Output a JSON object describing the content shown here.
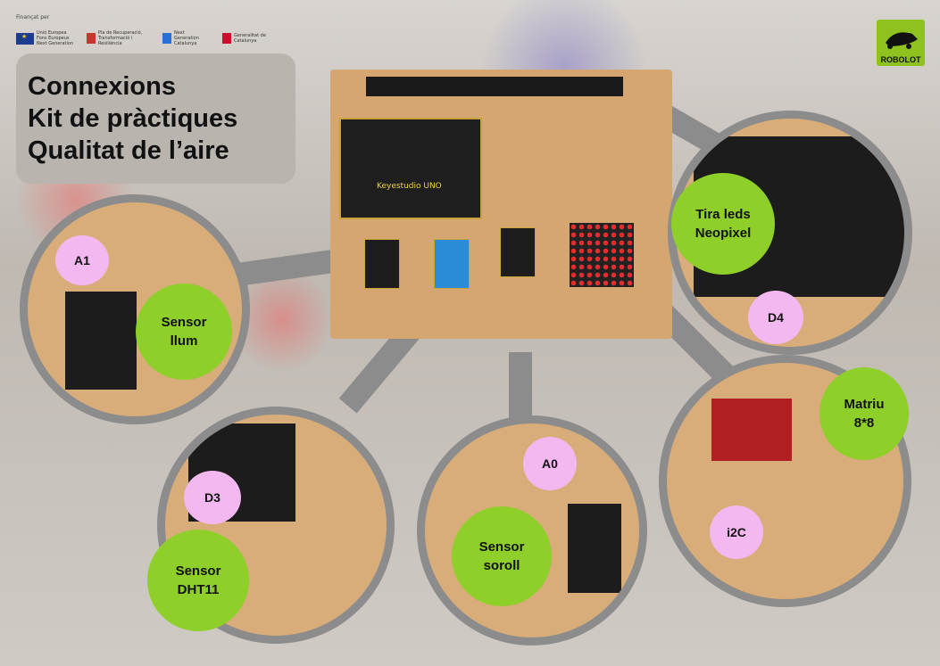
{
  "funding": {
    "label": "Finançat per",
    "funders": [
      {
        "name": "Unió Europea Fons Europeus Next Generation"
      },
      {
        "name": "Pla de Recuperació, Transformació i Resiliència"
      },
      {
        "name": "Next Generation Catalunya"
      },
      {
        "name": "Generalitat de Catalunya"
      }
    ]
  },
  "title": {
    "line1": "Connexions",
    "line2": "Kit de pràctiques",
    "line3": "Qualitat de l’aire"
  },
  "logo": {
    "text": "ROBOLOT"
  },
  "board": {
    "label": "Keyestudio UNO"
  },
  "callouts": [
    {
      "pin": "A1",
      "sensor": "Sensor llum"
    },
    {
      "pin": "D3",
      "sensor": "Sensor DHT11"
    },
    {
      "pin": "A0",
      "sensor": "Sensor soroll"
    },
    {
      "pin": "i2C",
      "sensor": "Matriu 8*8"
    },
    {
      "pin": "D4",
      "sensor": "Tira leds Neopixel"
    }
  ],
  "colors": {
    "green": "#8ecf2a",
    "pink": "#f2b8ef",
    "ring": "#8c8c8c",
    "robolot": "#8dc21f"
  }
}
